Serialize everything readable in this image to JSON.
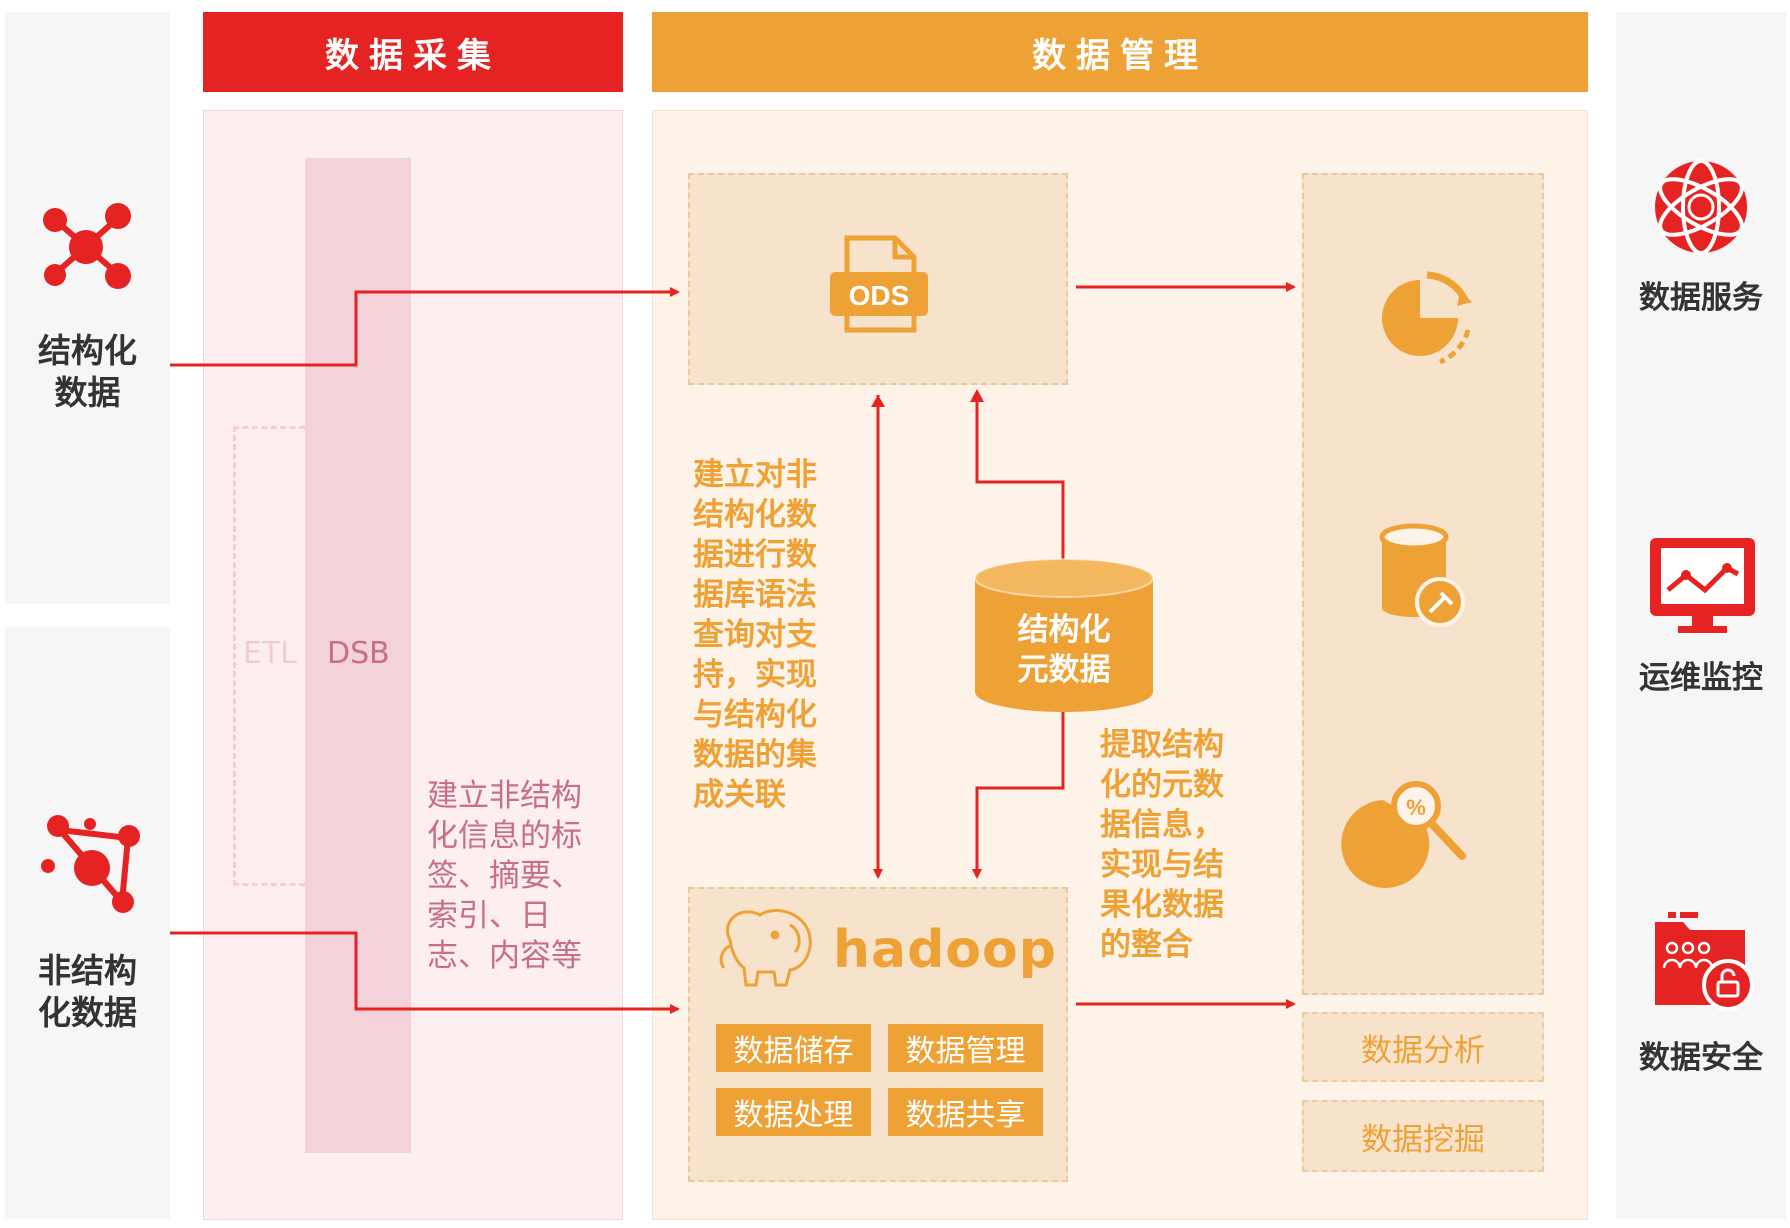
{
  "sections": {
    "collection": "数据采集",
    "management": "数据管理"
  },
  "sources": {
    "structured_line1": "结构化",
    "structured_line2": "数据",
    "unstructured_line1": "非结构",
    "unstructured_line2": "化数据"
  },
  "collection_panel": {
    "etl": "ETL",
    "dsb": "DSB",
    "note_lines": [
      "建立非结构",
      "化信息的标",
      "签、摘要、",
      "索引、日",
      "志、内容等"
    ]
  },
  "management_panel": {
    "ods_label": "ODS",
    "left_note_lines": [
      "建立对非",
      "结构化数",
      "据进行数",
      "据库语法",
      "查询对支",
      "持，实现",
      "与结构化",
      "数据的集",
      "成关联"
    ],
    "metadata_line1": "结构化",
    "metadata_line2": "元数据",
    "right_note_lines": [
      "提取结构",
      "化的元数",
      "据信息，",
      "实现与结",
      "果化数据",
      "的整合"
    ],
    "hadoop_label": "hadoop",
    "hadoop_chips": [
      "数据储存",
      "数据管理",
      "数据处理",
      "数据共享"
    ],
    "analysis": "数据分析",
    "mining": "数据挖掘"
  },
  "right_column": {
    "service": "数据服务",
    "monitoring": "运维监控",
    "security": "数据安全"
  },
  "colors": {
    "red": "#e52323",
    "orange": "#eea236",
    "pink_panel": "#fdeef0",
    "orange_panel": "#fdf3e9",
    "dsb_bar": "#f3d2da"
  },
  "icons": [
    "network-nodes-icon",
    "network-triangle-icon",
    "ods-file-icon",
    "elephant-icon",
    "pie-refresh-icon",
    "database-tool-icon",
    "pie-magnifier-icon",
    "globe-icon",
    "monitor-chart-icon",
    "folder-lock-icon"
  ]
}
